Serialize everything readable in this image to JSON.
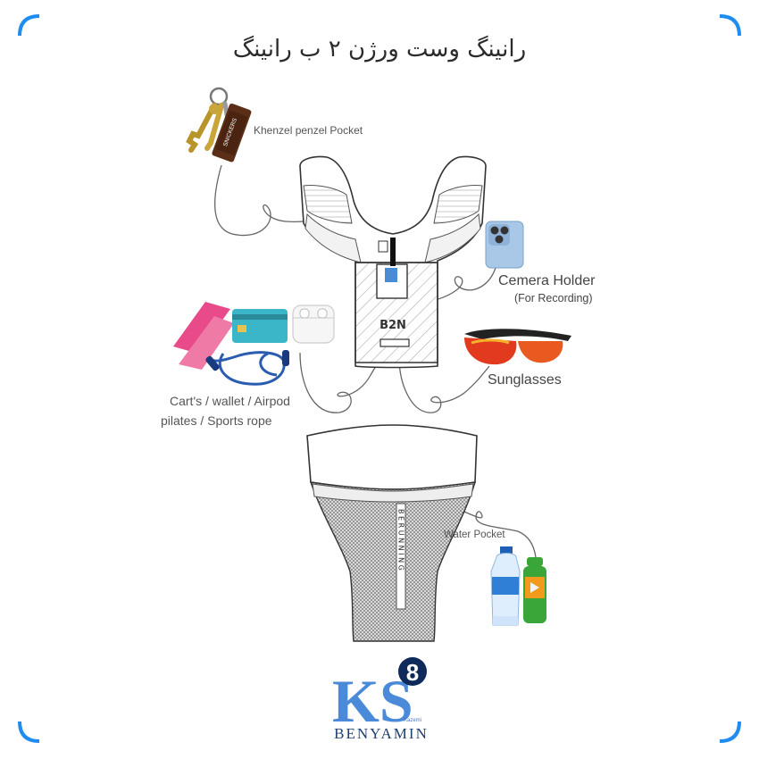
{
  "title": "رانینگ وست ورژن ۲ ب رانینگ",
  "labels": {
    "khenzel": "Khenzel penzel Pocket",
    "camera": "Cemera Holder",
    "camera_sub": "(For Recording)",
    "sunglasses": "Sunglasses",
    "carts": "Cart's / wallet / Airpod",
    "pilates": "pilates / Sports rope",
    "water": "Water Pocket"
  },
  "vest": {
    "front_logo": "B2N",
    "strap_text": "B E R U N N I N G"
  },
  "brand": {
    "name": "BENYAMIN",
    "sub": "Kazemi",
    "monogram": "KS",
    "number": "8"
  },
  "items": {
    "snack_text": "SNICKERS"
  },
  "colors": {
    "frame": "#1e8cf0",
    "text": "#2b2b2b",
    "band": "#e84a8a",
    "card": "#3bb6c9",
    "rope": "#2a5db0",
    "lens": "#e23a1f",
    "bottle_water": "#2f7fd6",
    "bottle_sport": "#3aa63a"
  }
}
